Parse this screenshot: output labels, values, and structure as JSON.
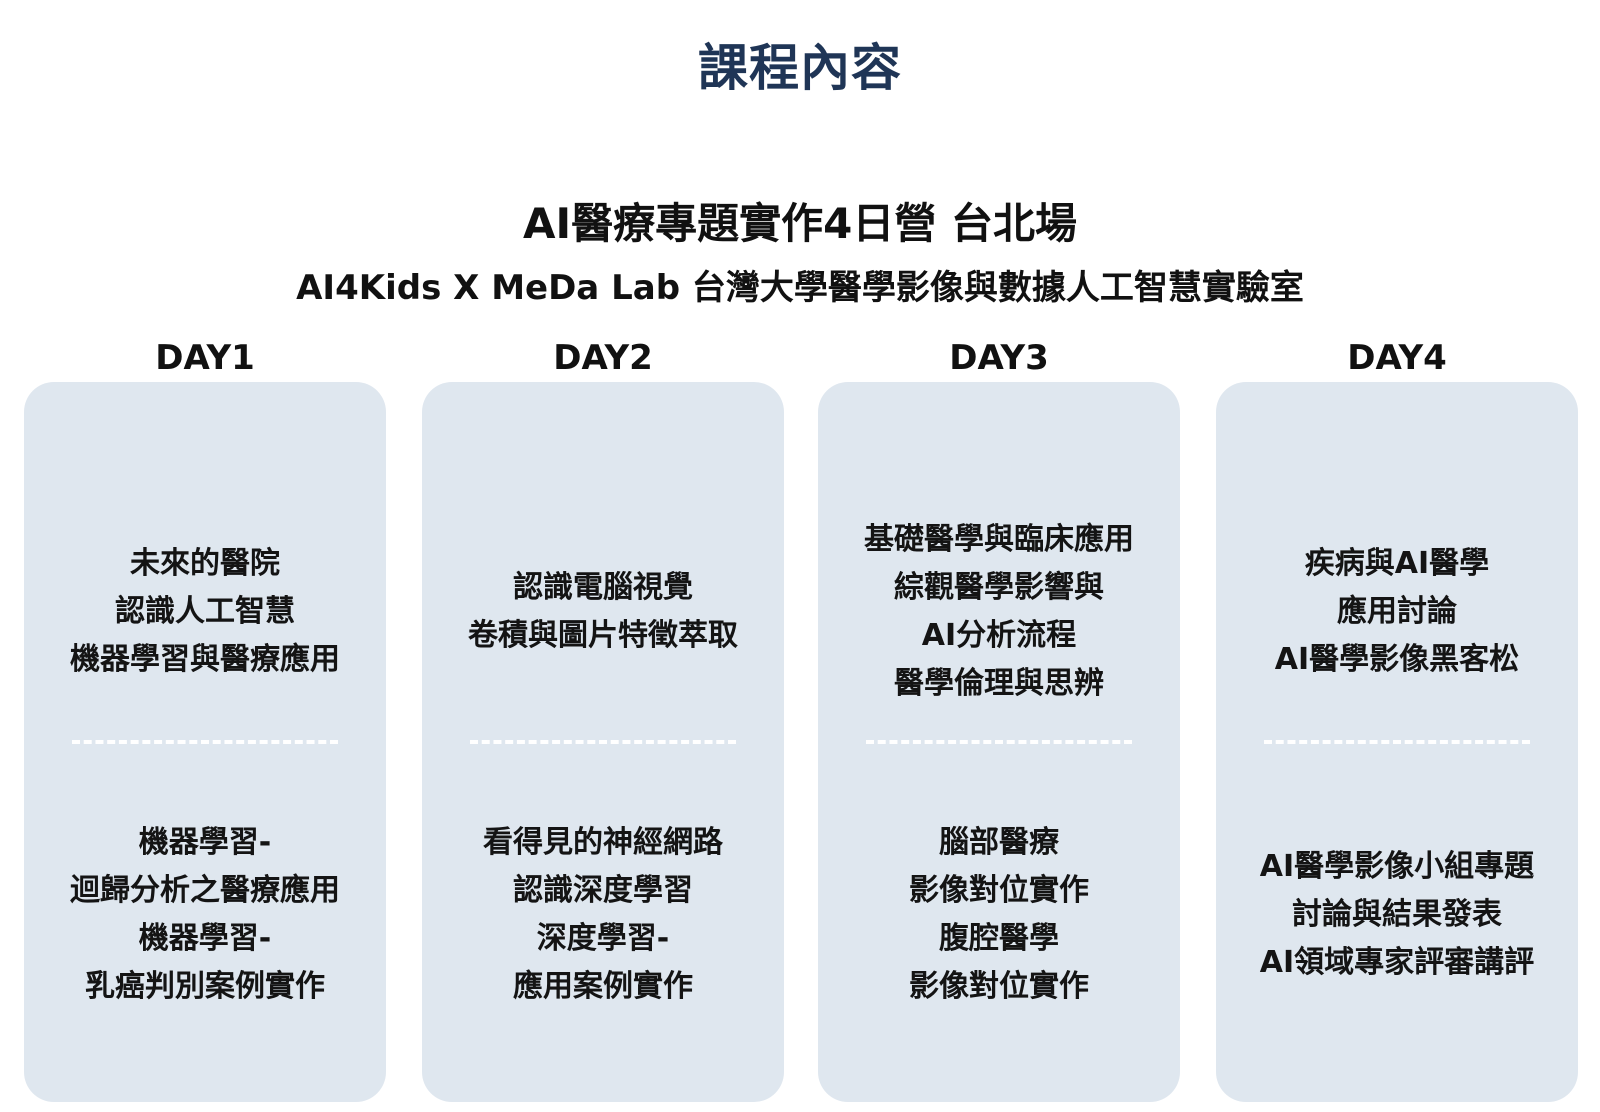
{
  "section_title": "課程內容",
  "program": {
    "title": "AI醫療專題實作4日營 台北場",
    "subtitle": "AI4Kids  X  MeDa Lab 台灣大學醫學影像與數據人工智慧實驗室"
  },
  "days": [
    {
      "label": "DAY1",
      "top_lines": [
        "未來的醫院",
        "認識人工智慧",
        "機器學習與醫療應用"
      ],
      "bottom_lines": [
        "機器學習-",
        "迴歸分析之醫療應用",
        "機器學習-",
        "乳癌判別案例實作"
      ]
    },
    {
      "label": "DAY2",
      "top_lines": [
        "認識電腦視覺",
        "卷積與圖片特徵萃取"
      ],
      "bottom_lines": [
        "看得見的神經網路",
        "認識深度學習",
        "深度學習-",
        "應用案例實作"
      ]
    },
    {
      "label": "DAY3",
      "top_lines": [
        "基礎醫學與臨床應用",
        "綜觀醫學影響與",
        "AI分析流程",
        "醫學倫理與思辨"
      ],
      "bottom_lines": [
        "腦部醫療",
        "影像對位實作",
        "腹腔醫學",
        "影像對位實作"
      ]
    },
    {
      "label": "DAY4",
      "top_lines": [
        "疾病與AI醫學",
        "應用討論",
        "AI醫學影像黑客松"
      ],
      "bottom_lines": [
        "AI醫學影像小組專題",
        "討論與結果發表",
        "AI領域專家評審講評"
      ]
    }
  ],
  "colors": {
    "title": "#1f3556",
    "card_background": "#dfe7ef",
    "divider": "#ffffff"
  }
}
